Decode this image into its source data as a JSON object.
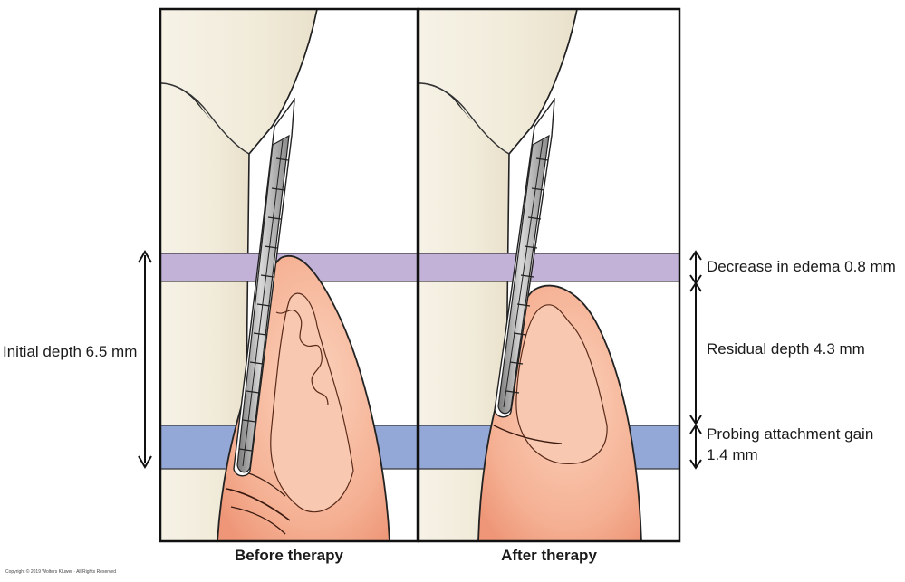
{
  "panels": {
    "left_caption": "Before therapy",
    "right_caption": "After therapy"
  },
  "labels": {
    "initial_depth": "Initial depth 6.5 mm",
    "decrease_edema": "Decrease in edema 0.8 mm",
    "residual_depth": "Residual depth 4.3 mm",
    "attachment_gain_line1": "Probing attachment gain",
    "attachment_gain_line2": "1.4 mm"
  },
  "copyright": "Copyright © 2019 Wolters Kluwer · All Rights Reserved",
  "colors": {
    "edema_band": "#c3b2d8",
    "attachment_band": "#93a8d6",
    "gingiva": "#f3a88e",
    "gingiva_inner": "#f8c8b0",
    "tooth": "#f3eee0"
  }
}
